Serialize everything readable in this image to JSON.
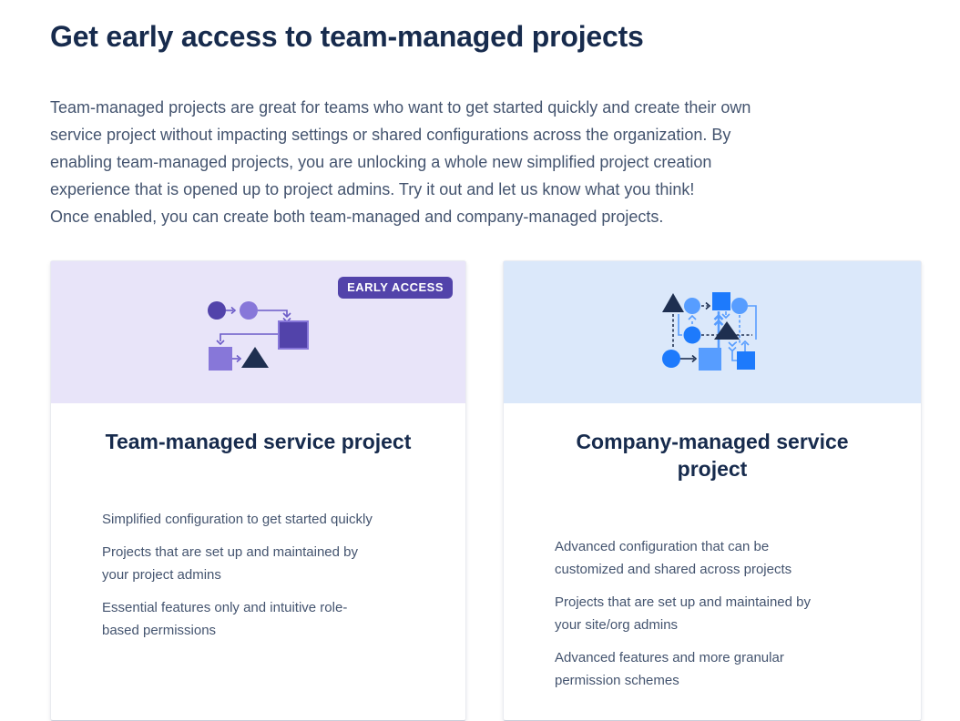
{
  "page": {
    "title": "Get early access to team-managed projects",
    "intro": "Team-managed projects are great for teams who want to get started quickly and create their own\nservice project without impacting settings or shared configurations across the organization. By\nenabling team-managed projects, you are unlocking a whole new simplified project creation\nexperience that is opened up to project admins. Try it out and let us know what you think!\nOnce enabled, you can create both team-managed and company-managed projects."
  },
  "cards": {
    "team": {
      "badge": "EARLY ACCESS",
      "title": "Team-managed service project",
      "illustration_icon": "purple-workflow-diagram",
      "items": [
        "Simplified configuration to get started quickly",
        "Projects that are set up and maintained by\nyour project admins",
        "Essential features only and intuitive role-\nbased permissions"
      ]
    },
    "company": {
      "title": "Company-managed service project",
      "illustration_icon": "blue-workflow-diagram",
      "items": [
        "Advanced configuration that can be\ncustomized and shared across projects",
        "Projects that are set up and maintained by\nyour site/org admins",
        "Advanced features and more granular\npermission schemes"
      ]
    }
  },
  "colors": {
    "heading_text": "#172B4D",
    "body_text": "#44546F",
    "badge_bg": "#5243AA",
    "badge_text": "#FFFFFF",
    "team_hero_bg": "#E8E4F9",
    "company_hero_bg": "#DBE8FA",
    "purple_dark": "#5243AA",
    "purple_light": "#8777D9",
    "purple_line": "#6B5BC7",
    "blue_bright": "#1D7AFC",
    "blue_light": "#579DFF",
    "shape_navy": "#1E2F50"
  }
}
